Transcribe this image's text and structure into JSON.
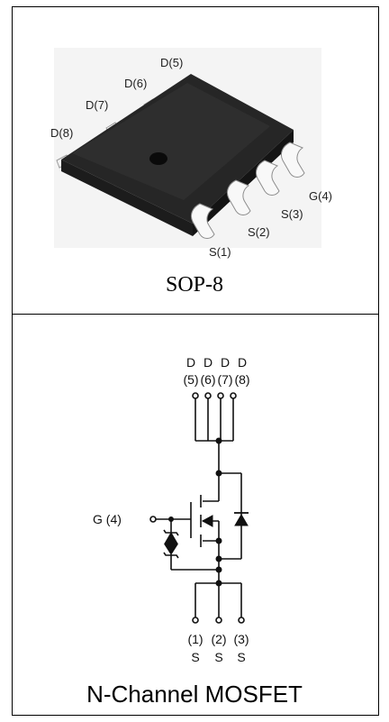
{
  "package": {
    "name": "SOP-8",
    "pin_labels": [
      "D(5)",
      "D(6)",
      "D(7)",
      "D(8)",
      "G(4)",
      "S(3)",
      "S(2)",
      "S(1)"
    ]
  },
  "schematic": {
    "title": "N-Channel  MOSFET",
    "drain_letters": [
      "D",
      "D",
      "D",
      "D"
    ],
    "drain_pins": [
      "(5)",
      "(6)",
      "(7)",
      "(8)"
    ],
    "gate_label": "G (4)",
    "source_pins": [
      "(1)",
      "(2)",
      "(3)"
    ],
    "source_letters": [
      "S",
      "S",
      "S"
    ]
  }
}
